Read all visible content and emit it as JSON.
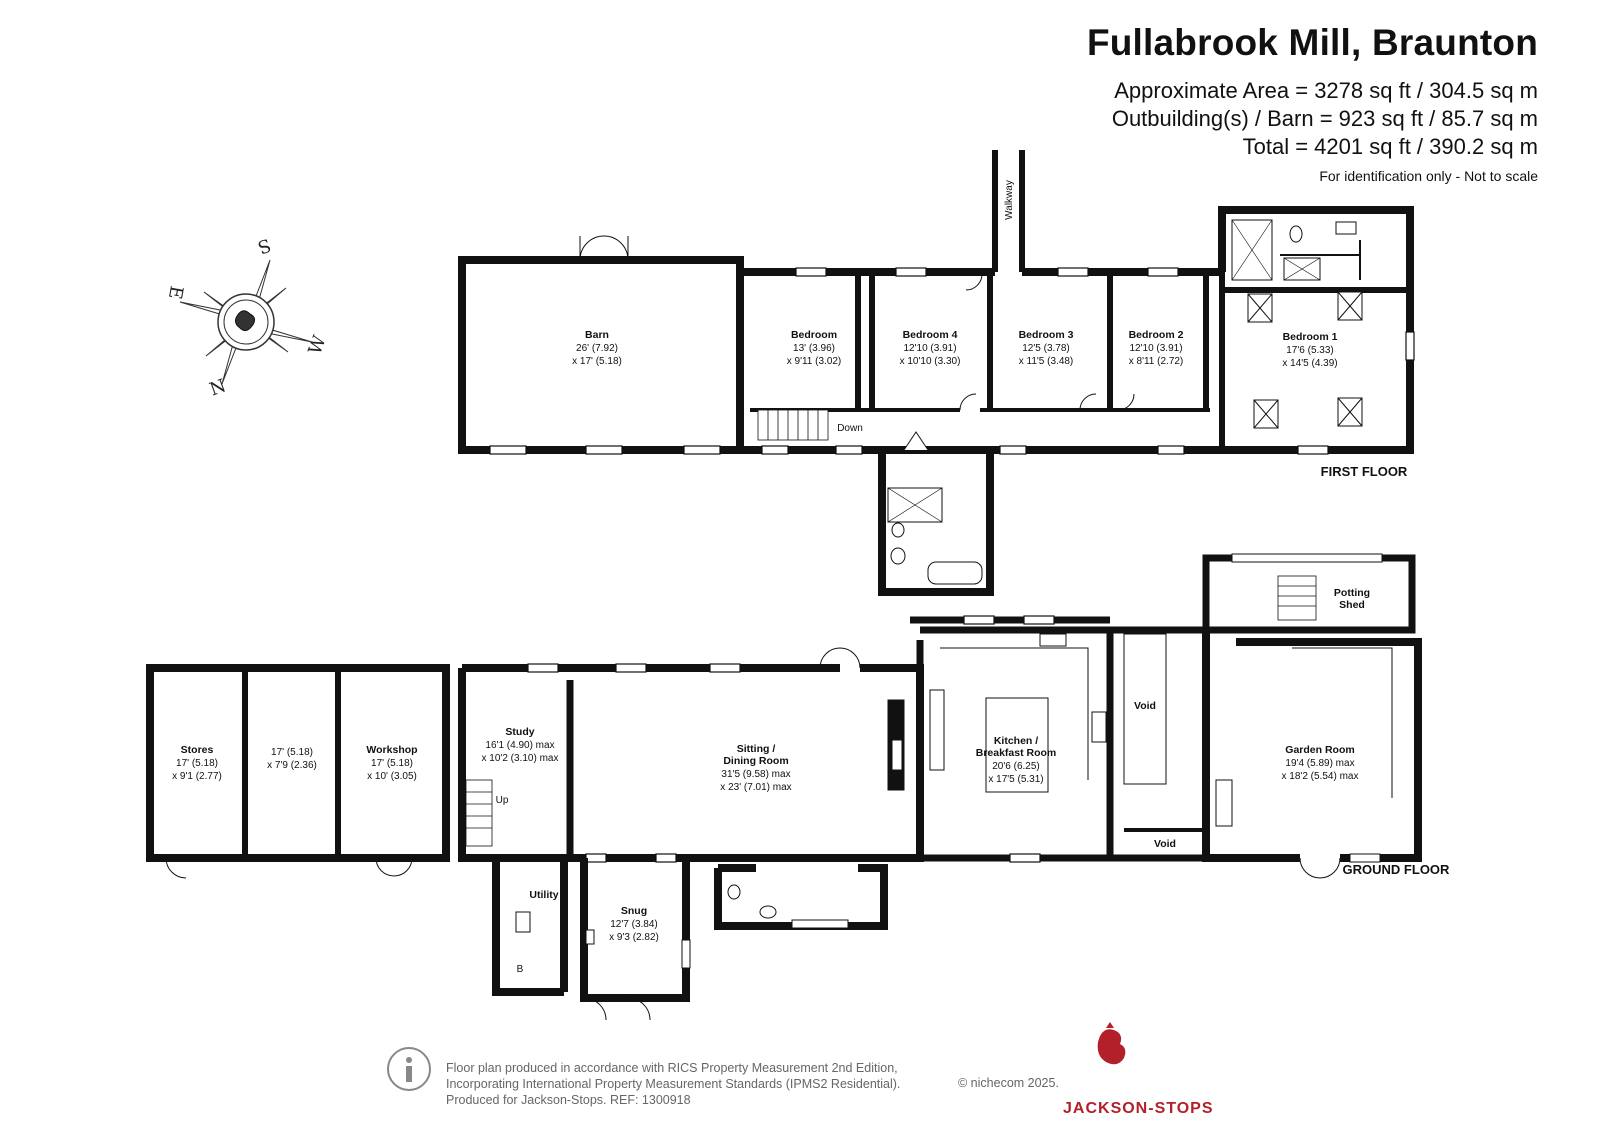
{
  "header": {
    "title": "Fullabrook Mill, Braunton",
    "area_lines": [
      "Approximate Area = 3278 sq ft / 304.5 sq m",
      "Outbuilding(s) / Barn = 923 sq ft / 85.7 sq m",
      "Total = 4201 sq ft / 390.2 sq m"
    ],
    "disclaimer": "For identification only - Not to scale"
  },
  "compass": {
    "letters": [
      "S",
      "E",
      "W",
      "N"
    ]
  },
  "floors": {
    "first": "FIRST FLOOR",
    "ground": "GROUND FLOOR"
  },
  "labels": {
    "walkway": "Walkway",
    "down": "Down",
    "up": "Up",
    "b": "B"
  },
  "rooms": {
    "barn": {
      "name": "Barn",
      "dims": [
        "26' (7.92)",
        "x 17' (5.18)"
      ]
    },
    "bedroom": {
      "name": "Bedroom",
      "dims": [
        "13' (3.96)",
        "x 9'11 (3.02)"
      ]
    },
    "bedroom4": {
      "name": "Bedroom 4",
      "dims": [
        "12'10 (3.91)",
        "x 10'10 (3.30)"
      ]
    },
    "bedroom3": {
      "name": "Bedroom 3",
      "dims": [
        "12'5 (3.78)",
        "x 11'5 (3.48)"
      ]
    },
    "bedroom2": {
      "name": "Bedroom 2",
      "dims": [
        "12'10 (3.91)",
        "x 8'11 (2.72)"
      ]
    },
    "bedroom1": {
      "name": "Bedroom 1",
      "dims": [
        "17'6 (5.33)",
        "x 14'5 (4.39)"
      ]
    },
    "stores": {
      "name": "Stores",
      "dims": [
        "17' (5.18)",
        "x 9'1 (2.77)"
      ]
    },
    "stores2": {
      "name": "",
      "dims": [
        "17' (5.18)",
        "x 7'9 (2.36)"
      ]
    },
    "workshop": {
      "name": "Workshop",
      "dims": [
        "17' (5.18)",
        "x 10' (3.05)"
      ]
    },
    "study": {
      "name": "Study",
      "dims": [
        "16'1 (4.90) max",
        "x 10'2 (3.10) max"
      ]
    },
    "sitting": {
      "name": [
        "Sitting /",
        "Dining Room"
      ],
      "dims": [
        "31'5 (9.58) max",
        "x 23' (7.01) max"
      ]
    },
    "kitchen": {
      "name": [
        "Kitchen /",
        "Breakfast Room"
      ],
      "dims": [
        "20'6 (6.25)",
        "x 17'5 (5.31)"
      ]
    },
    "void1": {
      "name": "Void"
    },
    "void2": {
      "name": "Void"
    },
    "potting": {
      "name": [
        "Potting",
        "Shed"
      ]
    },
    "garden": {
      "name": "Garden Room",
      "dims": [
        "19'4 (5.89) max",
        "x 18'2 (5.54) max"
      ]
    },
    "utility": {
      "name": "Utility"
    },
    "snug": {
      "name": "Snug",
      "dims": [
        "12'7 (3.84)",
        "x 9'3 (2.82)"
      ]
    }
  },
  "footer": {
    "lines": [
      "Floor plan produced in accordance with RICS Property Measurement 2nd Edition,",
      "Incorporating International Property Measurement Standards (IPMS2 Residential).",
      "Produced for Jackson-Stops.   REF:  1300918"
    ],
    "copyright": "© nichecom 2025.",
    "brand": "JACKSON-STOPS"
  },
  "colors": {
    "wall": "#111111",
    "brand": "#b3202a",
    "muted": "#666666"
  }
}
